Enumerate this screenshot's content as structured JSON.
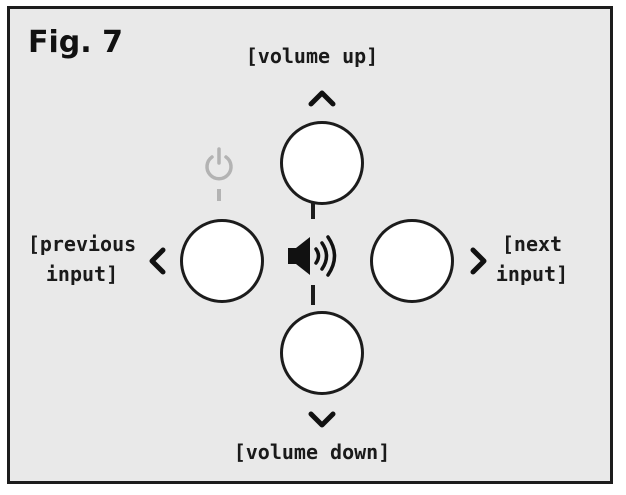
{
  "figure": {
    "label": "Fig. 7"
  },
  "labels": {
    "volume_up": "[volume up]",
    "volume_down": "[volume down]",
    "previous_input_line1": "[previous",
    "previous_input_line2": "input]",
    "next_input_line1": "[next",
    "next_input_line2": "input]"
  },
  "colors": {
    "frame_background": "#e9e9e9",
    "border": "#1c1c1c",
    "button_fill": "#ffffff",
    "power_icon": "#b3b3b3"
  },
  "icons": {
    "power": "power-icon",
    "speaker": "speaker-icon",
    "up": "chevron-up-icon",
    "down": "chevron-down-icon",
    "left": "chevron-left-icon",
    "right": "chevron-right-icon"
  }
}
